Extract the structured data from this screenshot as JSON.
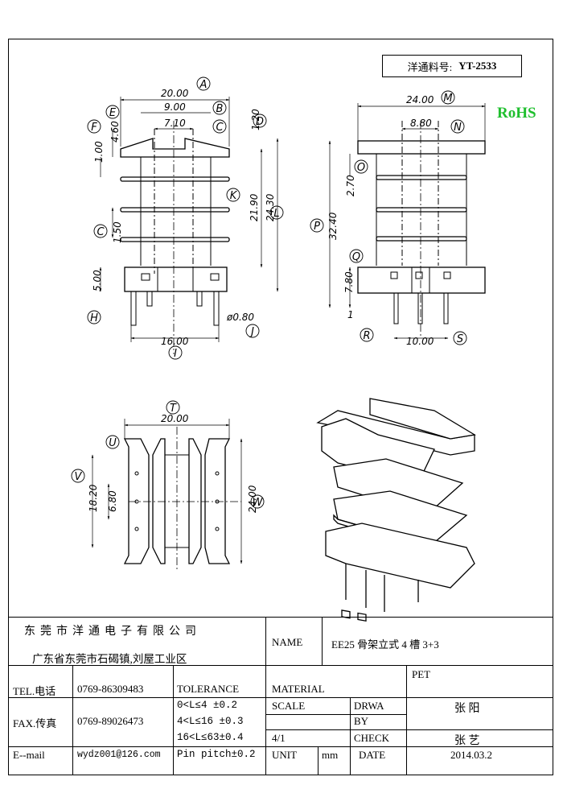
{
  "part_label": "洋通料号:",
  "part_number": "YT-2533",
  "rohs": "RoHS",
  "dimensions": {
    "A": "20.00",
    "B": "9.00",
    "C_top": "7.10",
    "D": "1.20",
    "E": "4.60",
    "F": "1.00",
    "C_left": "1.50",
    "K": "21.90",
    "L": "24.30",
    "H": "5.00",
    "J": "ø0.80",
    "I": "16.00",
    "M": "24.00",
    "N": "8.80",
    "O": "2.70",
    "P": "32.40",
    "Q": "7.80",
    "R": "1",
    "S": "10.00",
    "T": "20.00",
    "V": "18.20",
    "U": "6.80",
    "W": "24.00"
  },
  "callouts": [
    "A",
    "B",
    "C",
    "D",
    "E",
    "F",
    "C",
    "K",
    "L",
    "H",
    "J",
    "I",
    "M",
    "N",
    "O",
    "P",
    "Q",
    "R",
    "S",
    "T",
    "U",
    "V",
    "W"
  ],
  "title_block": {
    "company": "东莞市洋通电子有限公司",
    "address": "广东省东莞市石碣镇,刘屋工业区",
    "name_label": "NAME",
    "name_value": "EE25 骨架立式 4 槽 3+3",
    "tel_label": "TEL.电话",
    "tel_value": "0769-86309483",
    "fax_label": "FAX.传真",
    "fax_value": "0769-89026473",
    "email_label": "E--mail",
    "email_value": "wydz001@126.com",
    "tolerance_label": "TOLERANCE",
    "tolerance_lines": [
      "0<L≤4  ±0.2",
      "4<L≤16 ±0.3",
      "16<L≤63±0.4",
      "Pin pitch±0.2"
    ],
    "material_label": "MATERIAL",
    "material_value": "PET",
    "scale_label": "SCALE",
    "scale_value": "4/1",
    "drawn_label_1": "DRWA",
    "drawn_label_2": "BY",
    "drawn_value": "张 阳",
    "check_label": "CHECK",
    "check_value": "张 艺",
    "unit_label": "UNIT",
    "unit_value": "mm",
    "date_label": "DATE",
    "date_value": "2014.03.2"
  }
}
